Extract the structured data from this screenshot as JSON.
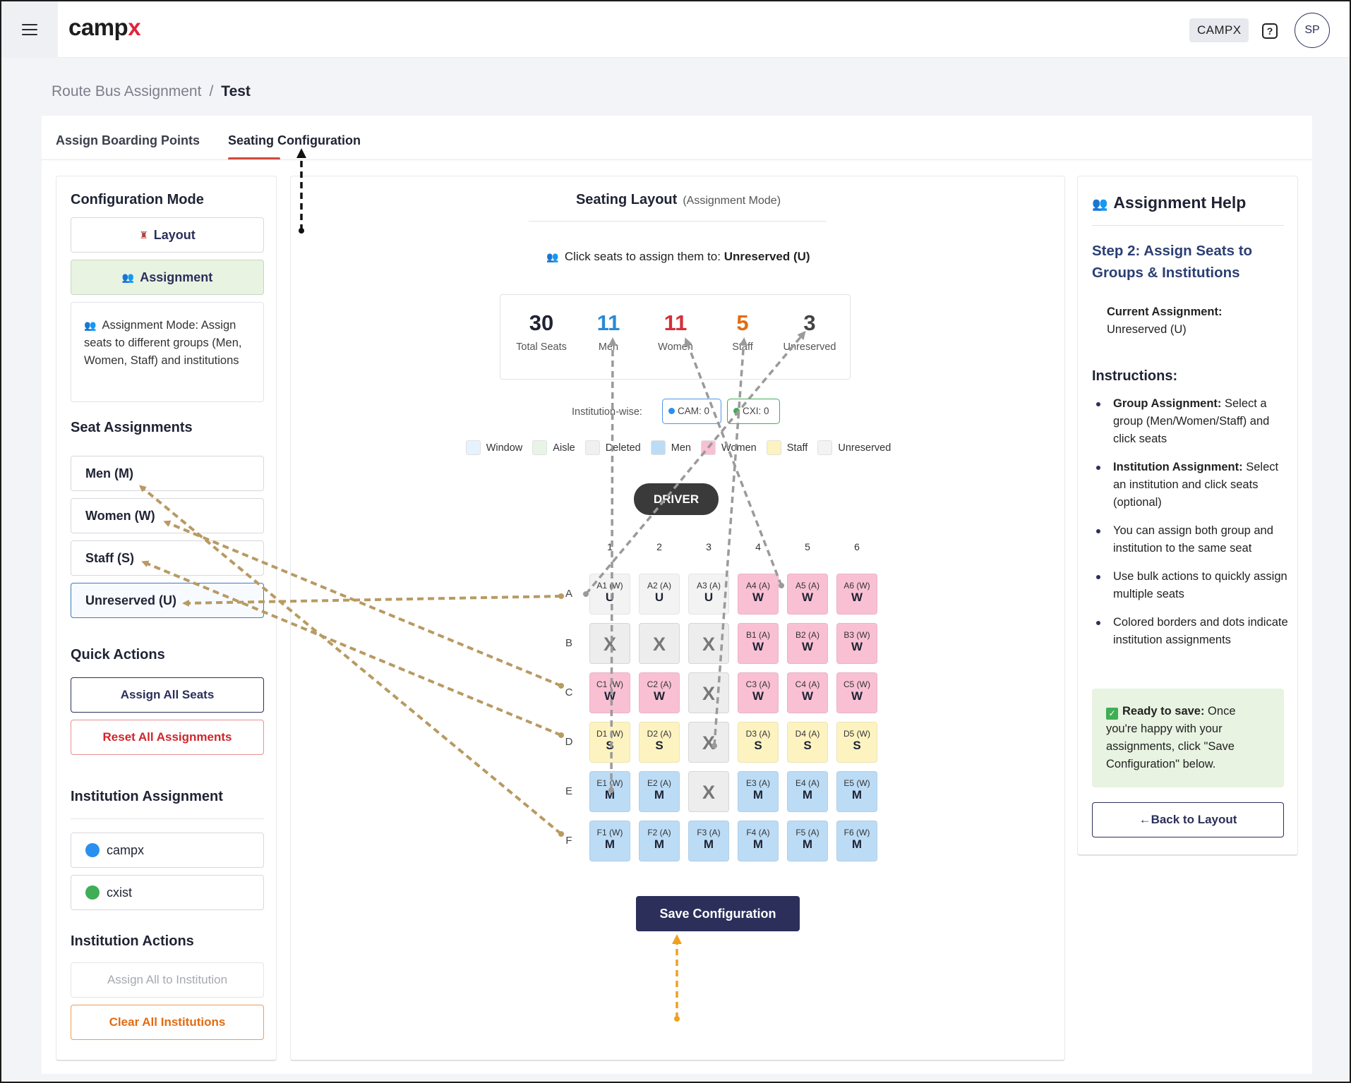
{
  "header": {
    "logo_main": "camp",
    "logo_accent": "x",
    "org_chip": "CAMPX",
    "help": "?",
    "avatar": "SP"
  },
  "breadcrumb": {
    "parent": "Route Bus Assignment",
    "separator": "/",
    "current": "Test"
  },
  "tabs": [
    {
      "label": "Assign Boarding Points"
    },
    {
      "label": "Seating Configuration",
      "active": true
    }
  ],
  "left": {
    "config_title": "Configuration Mode",
    "layout_btn": "Layout",
    "assignment_btn": "Assignment",
    "mode_desc_title": "Assignment Mode:",
    "mode_desc": "Assign seats to different groups (Men, Women, Staff) and institutions",
    "seat_title": "Seat Assignments",
    "seat_buttons": [
      "Men (M)",
      "Women (W)",
      "Staff (S)",
      "Unreserved (U)"
    ],
    "quick_title": "Quick Actions",
    "assign_all": "Assign All Seats",
    "reset_all": "Reset All Assignments",
    "inst_title": "Institution Assignment",
    "institutions": [
      {
        "name": "campx",
        "color": "#2b8ff0"
      },
      {
        "name": "cxist",
        "color": "#3fae56"
      }
    ],
    "inst_actions_title": "Institution Actions",
    "assign_inst": "Assign All to Institution",
    "clear_inst": "Clear All Institutions"
  },
  "center": {
    "title": "Seating Layout",
    "subtitle": "(Assignment Mode)",
    "click_text": "Click seats to assign them to: ",
    "click_target": "Unreserved (U)",
    "stats": [
      {
        "value": "30",
        "label": "Total Seats",
        "color": "#1f2333"
      },
      {
        "value": "11",
        "label": "Men",
        "color": "#2b8ad6"
      },
      {
        "value": "11",
        "label": "Women",
        "color": "#d62e3a"
      },
      {
        "value": "5",
        "label": "Staff",
        "color": "#e36b10"
      },
      {
        "value": "3",
        "label": "Unreserved",
        "color": "#444444"
      }
    ],
    "institution_label": "Institution-wise:",
    "chips": [
      {
        "label": "CAM: 0",
        "color": "#2b8ff0"
      },
      {
        "label": "CXI: 0",
        "color": "#3fae56"
      }
    ],
    "legend": [
      {
        "label": "Window",
        "color": "#e6f2fd"
      },
      {
        "label": "Aisle",
        "color": "#e8f5e6"
      },
      {
        "label": "Deleted",
        "color": "#f0f0f0"
      },
      {
        "label": "Men",
        "color": "#bcdcf6"
      },
      {
        "label": "Women",
        "color": "#f9c0d3"
      },
      {
        "label": "Staff",
        "color": "#fdf3c1"
      },
      {
        "label": "Unreserved",
        "color": "#f3f3f3"
      }
    ],
    "driver": "DRIVER",
    "columns": [
      "1",
      "2",
      "3",
      "4",
      "5",
      "6"
    ],
    "rows": [
      {
        "label": "A",
        "seats": [
          {
            "code": "A1 (W)",
            "g": "U"
          },
          {
            "code": "A2 (A)",
            "g": "U"
          },
          {
            "code": "A3 (A)",
            "g": "U"
          },
          {
            "code": "A4 (A)",
            "g": "W"
          },
          {
            "code": "A5 (A)",
            "g": "W"
          },
          {
            "code": "A6 (W)",
            "g": "W"
          }
        ]
      },
      {
        "label": "B",
        "seats": [
          {
            "code": "",
            "g": "X"
          },
          {
            "code": "",
            "g": "X"
          },
          {
            "code": "",
            "g": "X"
          },
          {
            "code": "B1 (A)",
            "g": "W"
          },
          {
            "code": "B2 (A)",
            "g": "W"
          },
          {
            "code": "B3 (W)",
            "g": "W"
          }
        ]
      },
      {
        "label": "C",
        "seats": [
          {
            "code": "C1 (W)",
            "g": "W"
          },
          {
            "code": "C2 (A)",
            "g": "W"
          },
          {
            "code": "",
            "g": "X"
          },
          {
            "code": "C3 (A)",
            "g": "W"
          },
          {
            "code": "C4 (A)",
            "g": "W"
          },
          {
            "code": "C5 (W)",
            "g": "W"
          }
        ]
      },
      {
        "label": "D",
        "seats": [
          {
            "code": "D1 (W)",
            "g": "S"
          },
          {
            "code": "D2 (A)",
            "g": "S"
          },
          {
            "code": "",
            "g": "X"
          },
          {
            "code": "D3 (A)",
            "g": "S"
          },
          {
            "code": "D4 (A)",
            "g": "S"
          },
          {
            "code": "D5 (W)",
            "g": "S"
          }
        ]
      },
      {
        "label": "E",
        "seats": [
          {
            "code": "E1 (W)",
            "g": "M"
          },
          {
            "code": "E2 (A)",
            "g": "M"
          },
          {
            "code": "",
            "g": "X"
          },
          {
            "code": "E3 (A)",
            "g": "M"
          },
          {
            "code": "E4 (A)",
            "g": "M"
          },
          {
            "code": "E5 (W)",
            "g": "M"
          }
        ]
      },
      {
        "label": "F",
        "seats": [
          {
            "code": "F1 (W)",
            "g": "M"
          },
          {
            "code": "F2 (A)",
            "g": "M"
          },
          {
            "code": "F3 (A)",
            "g": "M"
          },
          {
            "code": "F4 (A)",
            "g": "M"
          },
          {
            "code": "F5 (A)",
            "g": "M"
          },
          {
            "code": "F6 (W)",
            "g": "M"
          }
        ]
      }
    ],
    "group_colors": {
      "U": "#f3f3f3",
      "W": "#f9c0d3",
      "S": "#fdf3c1",
      "M": "#bcdcf6",
      "X": "#ededed"
    },
    "save_btn": "Save Configuration"
  },
  "right": {
    "title": "Assignment Help",
    "step": "Step 2: Assign Seats to Groups & Institutions",
    "current_label": "Current Assignment:",
    "current_value": "Unreserved (U)",
    "instructions_title": "Instructions:",
    "instructions": [
      {
        "bold": "Group Assignment:",
        "text": " Select a group (Men/Women/Staff) and click seats"
      },
      {
        "bold": "Institution Assignment:",
        "text": " Select an institution and click seats (optional)"
      },
      {
        "bold": "",
        "text": "You can assign both group and institution to the same seat"
      },
      {
        "bold": "",
        "text": "Use bulk actions to quickly assign multiple seats"
      },
      {
        "bold": "",
        "text": "Colored borders and dots indicate institution assignments"
      }
    ],
    "ready_bold": "Ready to save:",
    "ready_text": " Once you're happy with your assignments, click \"Save Configuration\" below.",
    "back_btn": "Back to Layout",
    "back_arrow": "←"
  }
}
